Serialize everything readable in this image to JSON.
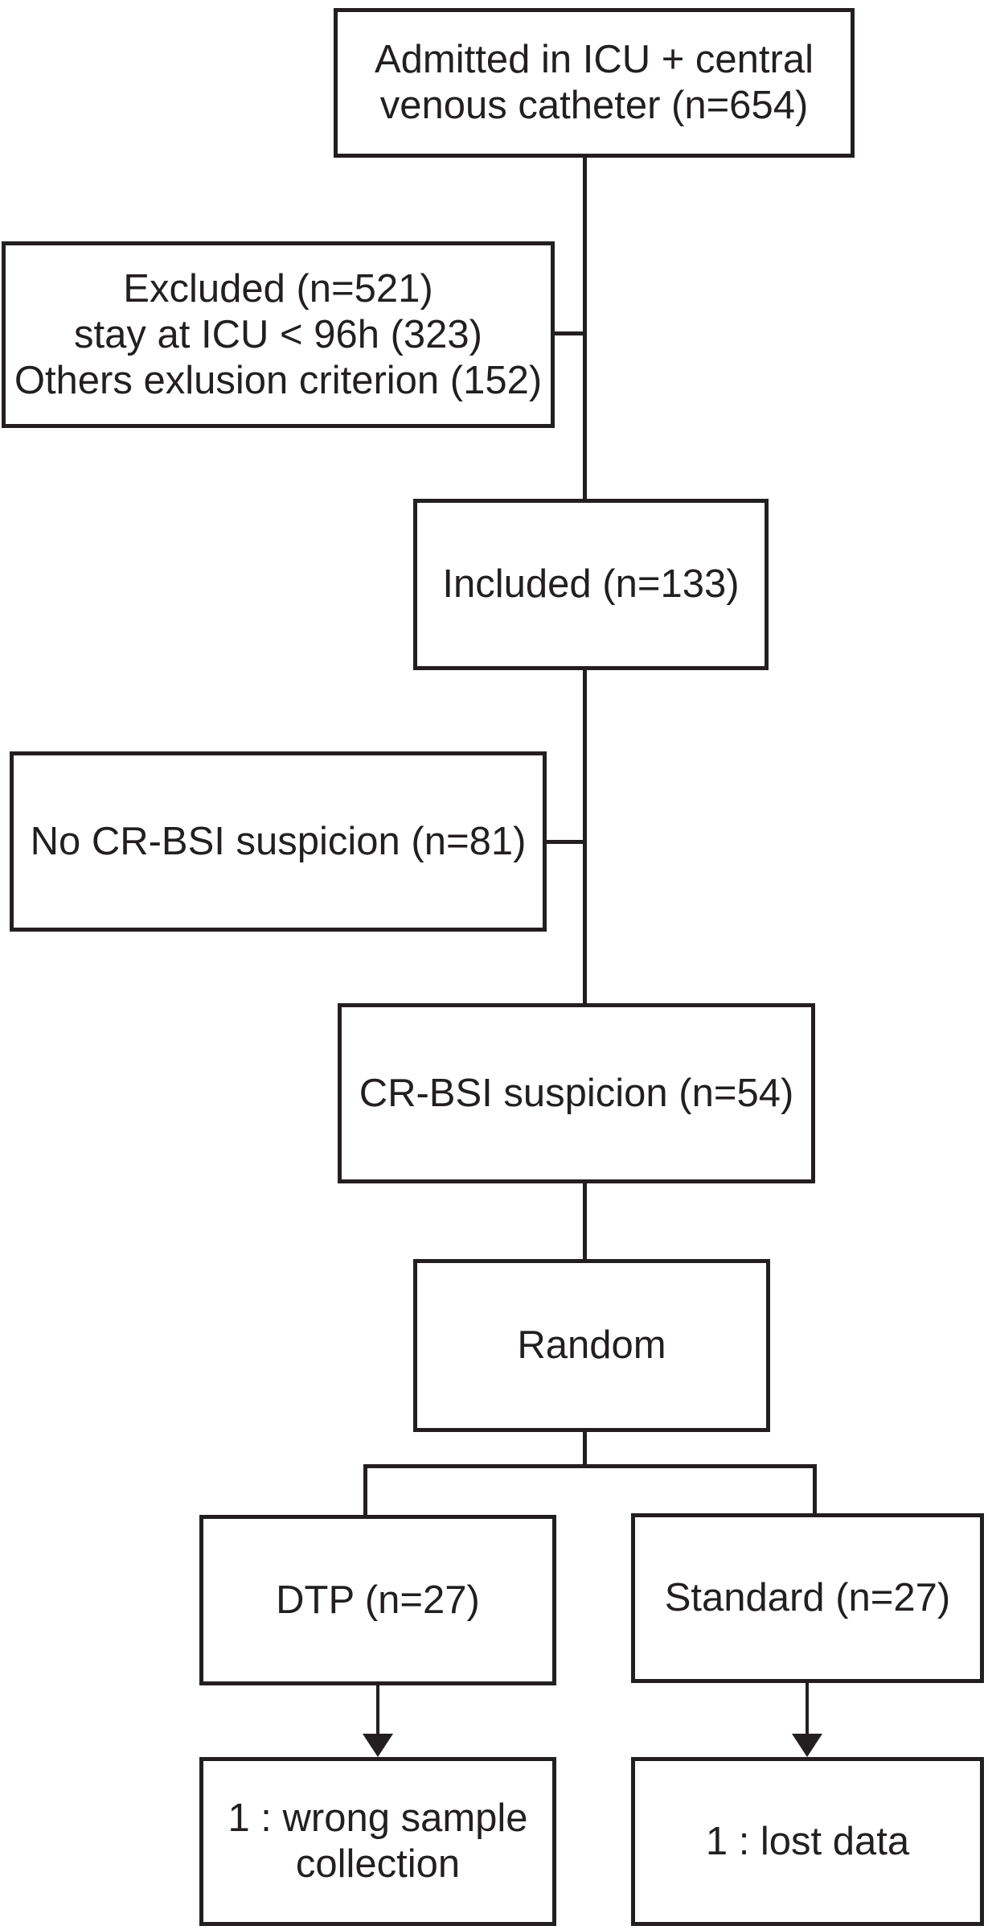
{
  "figure": {
    "type": "flowchart",
    "description": "Patient flow diagram (ICU central venous catheter study)"
  },
  "colors": {
    "stroke": "#231f20",
    "text": "#231f20",
    "background": "#ffffff"
  },
  "nodes": {
    "admitted": {
      "lines": [
        "Admitted in ICU + central",
        "venous catheter (n=654)"
      ]
    },
    "excluded": {
      "lines": [
        "Excluded (n=521)",
        "stay at ICU < 96h (323)",
        "Others exlusion criterion (152)"
      ]
    },
    "included": {
      "lines": [
        "Included (n=133)"
      ]
    },
    "no_suspicion": {
      "lines": [
        "No CR-BSI suspicion (n=81)"
      ]
    },
    "suspicion": {
      "lines": [
        "CR-BSI suspicion (n=54)"
      ]
    },
    "random": {
      "lines": [
        "Random"
      ]
    },
    "dtp": {
      "lines": [
        "DTP (n=27)"
      ]
    },
    "standard": {
      "lines": [
        "Standard (n=27)"
      ]
    },
    "dtp_note": {
      "lines": [
        "1 : wrong sample",
        "collection"
      ]
    },
    "standard_note": {
      "lines": [
        "1 : lost data"
      ]
    }
  }
}
